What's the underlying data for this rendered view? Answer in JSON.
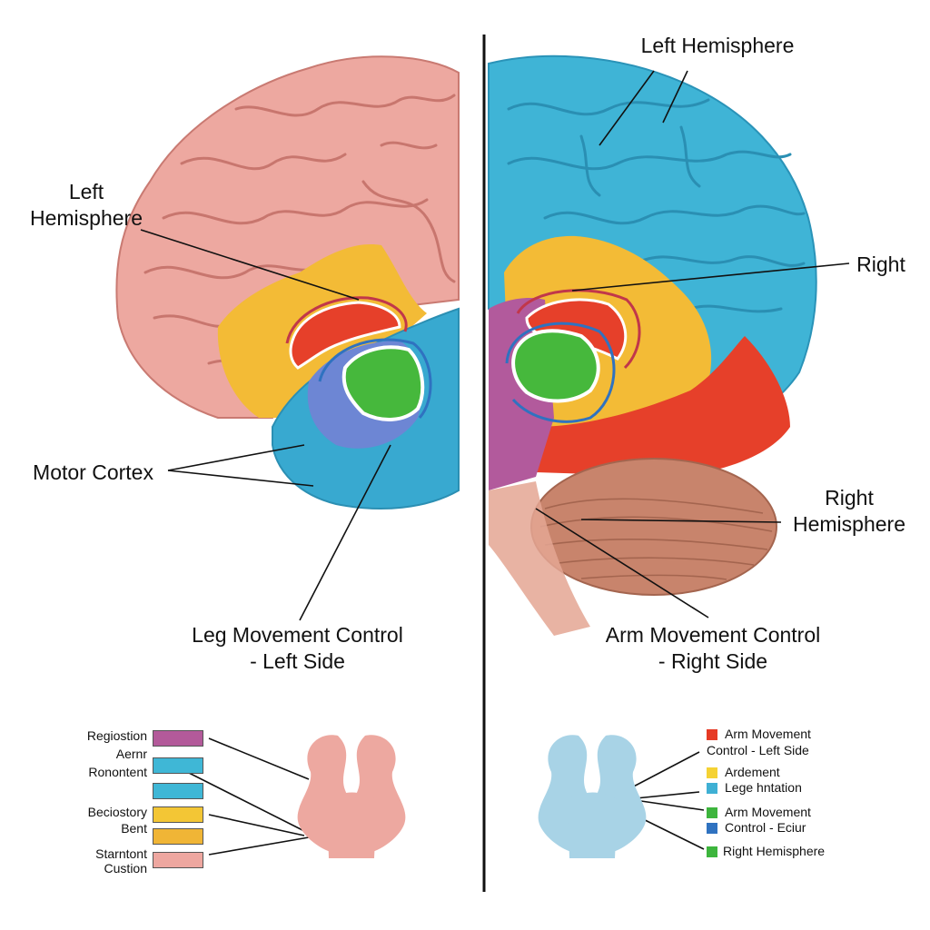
{
  "labels": {
    "left_hemisphere_top_right": "Left Hemisphere",
    "left_hemisphere_left": "Left Hemisphere",
    "right_side": "Right",
    "motor_cortex": "Motor Cortex",
    "right_hemisphere": "Right Hemisphere",
    "leg_movement_line1": "Leg Movement Control",
    "leg_movement_line2": "- Left Side",
    "arm_movement_line1": "Arm Movement Control",
    "arm_movement_line2": "- Right Side"
  },
  "left_legend": [
    {
      "text": "Regiostion",
      "color": "#b35a9a"
    },
    {
      "text": "Aernr",
      "color": "#3fb7d6"
    },
    {
      "text": "Ronontent",
      "color": "#3fb7d6"
    },
    {
      "text": "Beciostory",
      "color": "#f3c635"
    },
    {
      "text": "Bent",
      "color": "#f0b536"
    },
    {
      "text": "Starntont",
      "color": "#eea7a0"
    },
    {
      "text": "Custion",
      "color": ""
    }
  ],
  "right_legend": [
    {
      "text": "Arm Movement",
      "color": "#e63a25"
    },
    {
      "text": "Control - Left Side",
      "color": ""
    },
    {
      "text": "Ardement",
      "color": "#f5d234"
    },
    {
      "text": "Lege hntation",
      "color": "#3fb0d4"
    },
    {
      "text": "Arm Movement",
      "color": "#3db53d"
    },
    {
      "text": "Control - Eciur",
      "color": "#2f72c0"
    },
    {
      "text": "Right Hemisphere",
      "color": "#3db53d"
    }
  ],
  "colors": {
    "pink_brain": "#eda8a0",
    "blue_brain": "#3fb4d6",
    "yellow": "#f3bb36",
    "red": "#e6402a",
    "green": "#46b83c",
    "purple": "#b25a9c",
    "periwinkle": "#6d86d4",
    "cerebellum": "#c8846c",
    "divider": "#111111"
  }
}
